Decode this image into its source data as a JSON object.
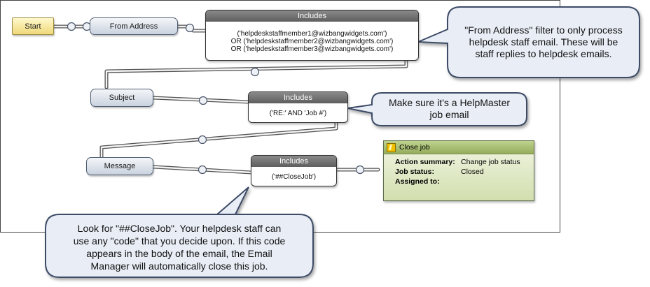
{
  "nodes": {
    "start": "Start",
    "from_address": "From Address",
    "subject": "Subject",
    "message": "Message"
  },
  "includes_from": {
    "header": "Includes",
    "lines": [
      "('helpdeskstaffmember1@wizbangwidgets.com')",
      "OR ('helpdeskstaffmember2@wizbangwidgets.com')",
      "OR ('helpdeskstaffmember3@wizbangwidgets.com')"
    ]
  },
  "includes_subject": {
    "header": "Includes",
    "lines": [
      "('RE:' AND 'Job #')"
    ]
  },
  "includes_message": {
    "header": "Includes",
    "lines": [
      "('##CloseJob')"
    ]
  },
  "action": {
    "title": "Close job",
    "rows": [
      {
        "label": "Action summary:",
        "value": "Change job status"
      },
      {
        "label": "Job status:",
        "value": "Closed"
      },
      {
        "label": "Assigned to:",
        "value": ""
      }
    ]
  },
  "callouts": {
    "from_address_note": [
      "\"From Address\" filter to only process",
      "helpdesk staff email.  These will be",
      "staff replies to helpdesk emails."
    ],
    "helpmaster_note": [
      "Make sure it's a HelpMaster",
      "job email"
    ],
    "closejob_note": [
      "Look for \"##CloseJob\".  Your helpdesk staff can",
      "use any \"code\" that you decide upon.  If this code",
      "appears in the body of the email, the Email",
      "Manager will automatically close this job."
    ]
  },
  "colors": {
    "callout_fill": "#e9eef6",
    "callout_stroke": "#3c4c66",
    "node_stroke": "#4f5f74",
    "start_fill": "#f6e79a",
    "action_header": "#a9c06e"
  }
}
